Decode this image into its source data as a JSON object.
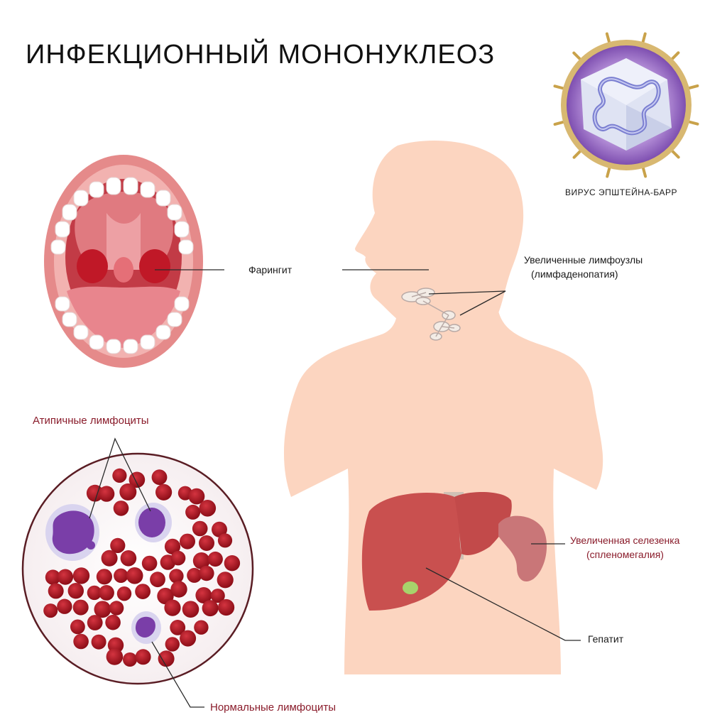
{
  "title": "ИНФЕКЦИОННЫЙ МОНОНУКЛЕОЗ",
  "virus": {
    "caption": "ВИРУС ЭПШТЕЙНА-БАРР",
    "colors": {
      "spike": "#c9a24a",
      "halo": "#9b6fc2",
      "capsid": "#dfe3f3",
      "dna": "#7b7fd1"
    }
  },
  "labels": {
    "pharyngitis": "Фарингит",
    "lymph_nodes_line1": "Увеличенные лимфоузлы",
    "lymph_nodes_line2": "(лимфаденопатия)",
    "atypical_lymphocytes": "Атипичные лимфоциты",
    "spleen_line1": "Увеличенная селезенка",
    "spleen_line2": "(спленомегалия)",
    "hepatitis": "Гепатит",
    "normal_lymphocytes": "Нормальные лимфоциты"
  },
  "colors": {
    "skin": "#fcd5c0",
    "liver": "#c9504f",
    "spleen": "#c97678",
    "blood_cell": "#b0131e",
    "lymphocyte_nucleus": "#7a3ea8",
    "accent_label": "#8a1c2b",
    "mouth_lips": "#e58a8a",
    "mouth_inner": "#d2454e",
    "tongue": "#e8858d",
    "teeth": "#ffffff"
  },
  "icons": {
    "virus": "epstein-barr-virus-icon",
    "mouth": "open-mouth-throat-icon",
    "body": "human-torso-silhouette-icon",
    "liver": "liver-icon",
    "spleen": "spleen-icon",
    "blood_smear": "blood-smear-icon",
    "lymph_nodes": "lymph-nodes-icon"
  }
}
